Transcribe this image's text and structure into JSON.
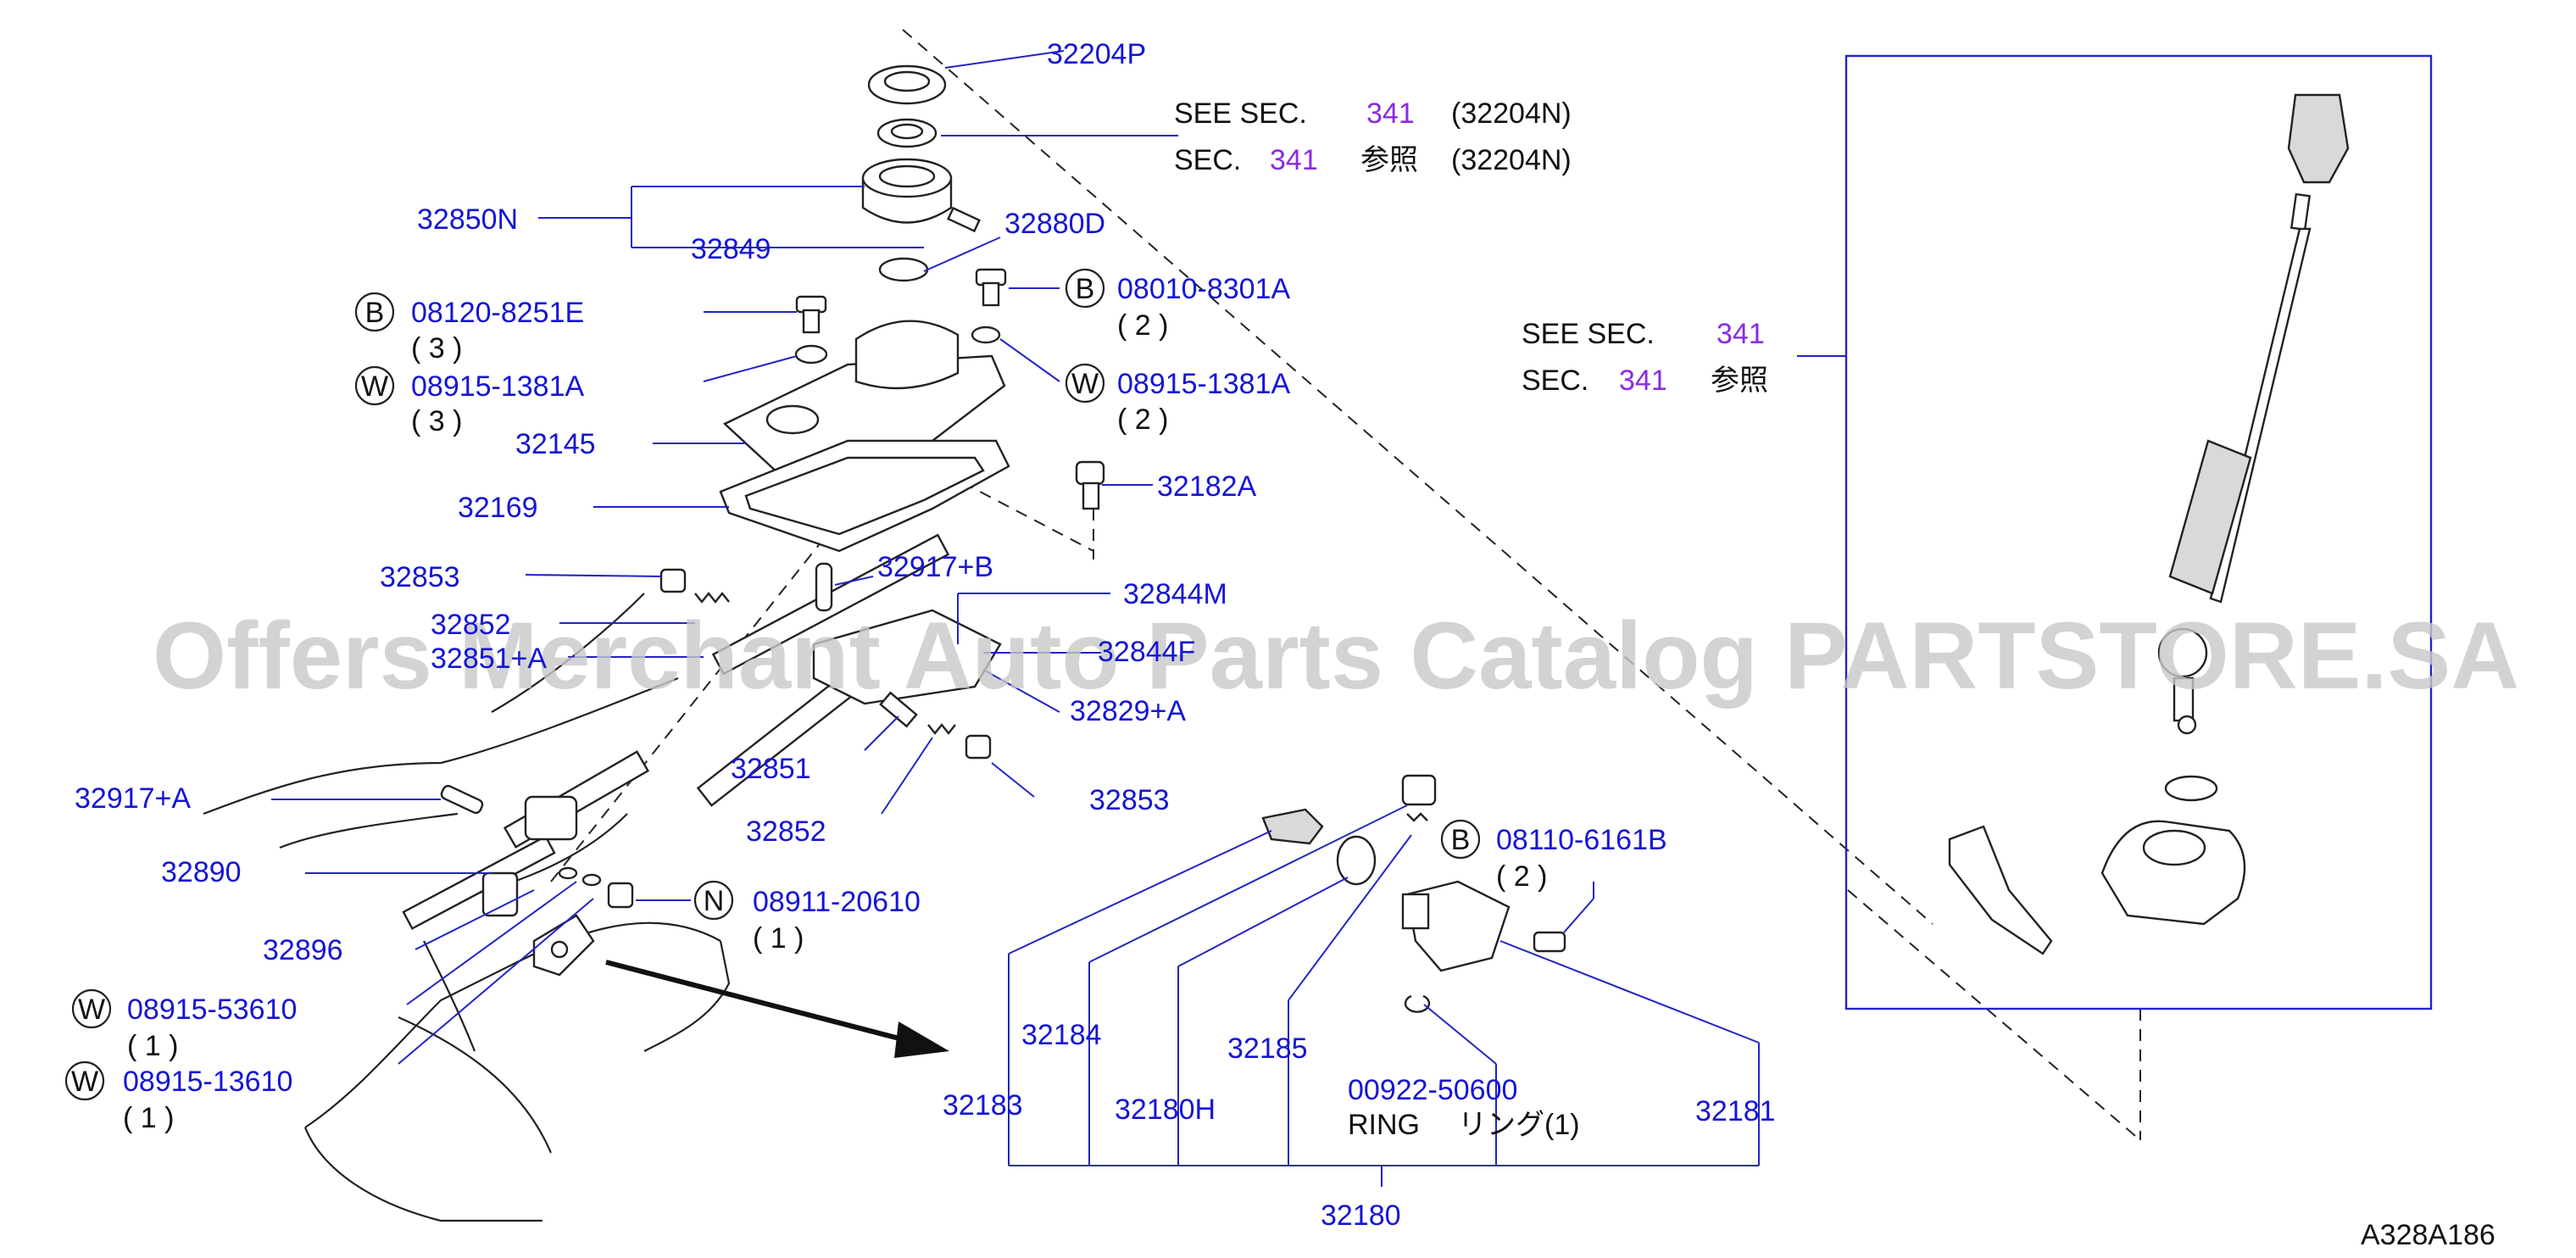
{
  "watermark": "Offers Merchant Auto Parts Catalog PARTSTORE.SA",
  "diagram_id": "A328A186",
  "see_section": {
    "top_en": {
      "prefix": "SEE  SEC.",
      "num": "341",
      "ref": "(32204N)"
    },
    "top_jp": {
      "prefix": "SEC.",
      "num": "341",
      "suffix": "参照",
      "ref": "(32204N)"
    },
    "right_en": {
      "prefix": "SEE  SEC.",
      "num": "341"
    },
    "right_jp": {
      "prefix": "SEC.",
      "num": "341",
      "suffix": "参照"
    }
  },
  "parts": {
    "p32204P": "32204P",
    "p32850N": "32850N",
    "p32849": "32849",
    "p32880D": "32880D",
    "p08120": "08120-8251E",
    "p08120_qty": "( 3 )",
    "p08915_1381A_l": "08915-1381A",
    "p08915_1381A_l_qty": "( 3 )",
    "p32145": "32145",
    "p32169": "32169",
    "p08010": "08010-8301A",
    "p08010_qty": "( 2 )",
    "p08915_1381A_r": "08915-1381A",
    "p08915_1381A_r_qty": "( 2 )",
    "p32182A": "32182A",
    "p32853_a": "32853",
    "p32852_a": "32852",
    "p3285x": "32851+A",
    "p32917B": "32917+B",
    "p32844M": "32844M",
    "p3284xF": "32844F",
    "p32829A": "32829+A",
    "p32851": "32851",
    "p32853_b": "32853",
    "p32852_b": "32852",
    "p32917A": "32917+A",
    "p32890": "32890",
    "p32896": "32896",
    "p08911": "08911-20610",
    "p08911_qty": "( 1 )",
    "p08915_53610": "08915-53610",
    "p08915_53610_qty": "( 1 )",
    "p08915_13610": "08915-13610",
    "p08915_13610_qty": "( 1 )",
    "p08110": "08110-6161B",
    "p08110_qty": "( 2 )",
    "p32184": "32184",
    "p32185": "32185",
    "p32183": "32183",
    "p32180H": "32180H",
    "p00922": "00922-50600",
    "ring_en": "RING",
    "ring_jp": "リング(1)",
    "p32181": "32181",
    "p32180": "32180"
  },
  "circle_letters": {
    "b": "B",
    "w": "W",
    "n": "N"
  },
  "colors": {
    "part_number": "#1515d6",
    "section": "#8a2be2",
    "text": "#111111"
  }
}
